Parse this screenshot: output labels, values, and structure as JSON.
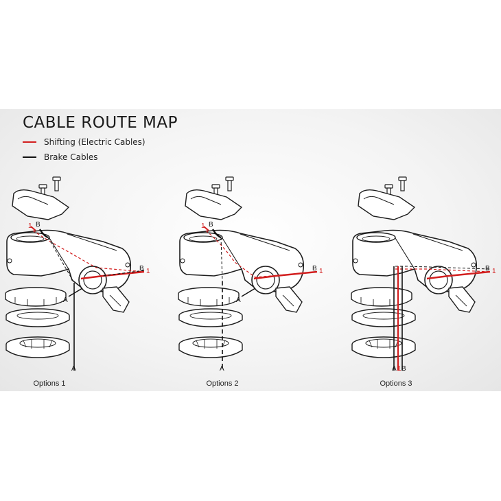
{
  "title": "CABLE ROUTE MAP",
  "legend": [
    {
      "label": "Shifting (Electric Cables)",
      "color": "#d21e1e"
    },
    {
      "label": "Brake Cables",
      "color": "#111111"
    }
  ],
  "options": [
    {
      "label": "Options 1",
      "markers": {
        "stem_top": [
          "1",
          "B"
        ],
        "stem_front": [
          "B",
          "1"
        ],
        "side": "A",
        "bottom": "A"
      }
    },
    {
      "label": "Options 2",
      "markers": {
        "stem_top": [
          "1",
          "B"
        ],
        "stem_front": [
          "B",
          "1"
        ],
        "side": "A",
        "bottom": "A"
      }
    },
    {
      "label": "Options 3",
      "markers": {
        "stem_front": [
          "B",
          "1"
        ],
        "bottom": [
          "A",
          "1",
          "B"
        ]
      }
    }
  ],
  "colors": {
    "shifting": "#d21e1e",
    "brake": "#111111",
    "outline": "#1e1e1e"
  }
}
